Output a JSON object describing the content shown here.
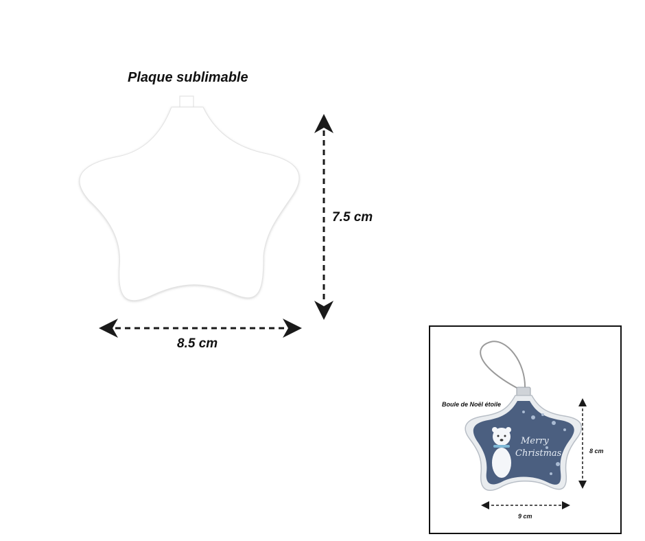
{
  "main": {
    "title": "Plaque sublimable",
    "height_label": "7.5 cm",
    "width_label": "8.5 cm"
  },
  "inset": {
    "title": "Boule de Noël étoile",
    "height_label": "8 cm",
    "width_label": "9 cm",
    "ornament_text_line1": "Merry",
    "ornament_text_line2": "Christmas"
  },
  "colors": {
    "arrow": "#1a1a1a",
    "ornament_fill": "#4b5f80",
    "plate": "#ffffff"
  }
}
